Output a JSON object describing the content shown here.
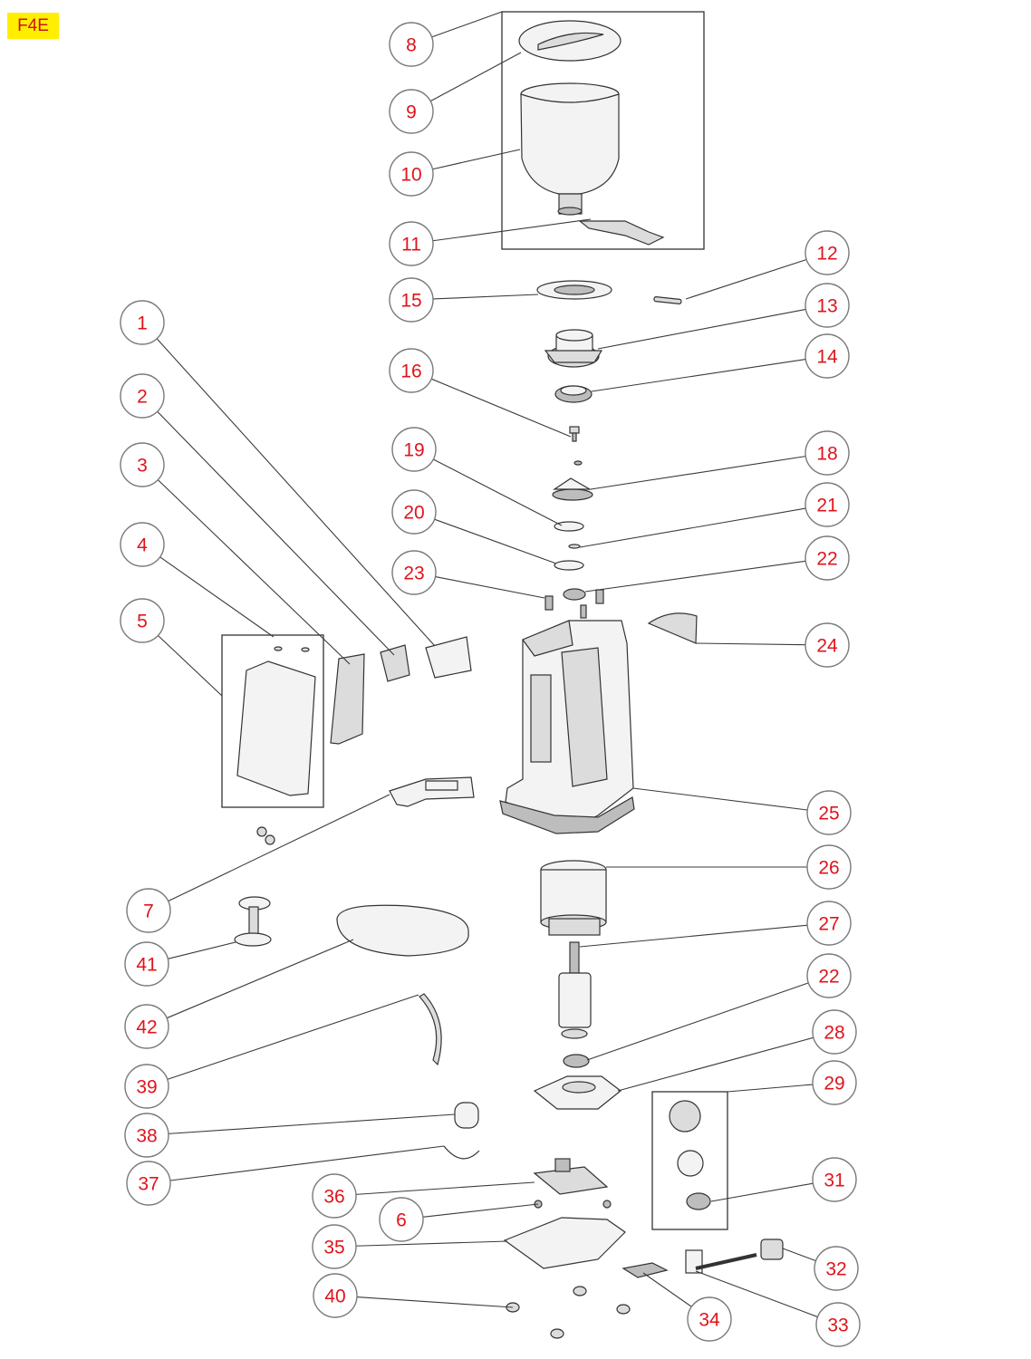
{
  "model_label": "F4E",
  "colors": {
    "label_text": "#e0141b",
    "badge_bg": "#ffee00",
    "circle_stroke": "#7a7a7a"
  },
  "callouts": [
    {
      "id": "8",
      "label": "8"
    },
    {
      "id": "9",
      "label": "9"
    },
    {
      "id": "10",
      "label": "10"
    },
    {
      "id": "11",
      "label": "11"
    },
    {
      "id": "12",
      "label": "12"
    },
    {
      "id": "13",
      "label": "13"
    },
    {
      "id": "14",
      "label": "14"
    },
    {
      "id": "15",
      "label": "15"
    },
    {
      "id": "16",
      "label": "16"
    },
    {
      "id": "1",
      "label": "1"
    },
    {
      "id": "2",
      "label": "2"
    },
    {
      "id": "3",
      "label": "3"
    },
    {
      "id": "4",
      "label": "4"
    },
    {
      "id": "5",
      "label": "5"
    },
    {
      "id": "19",
      "label": "19"
    },
    {
      "id": "18",
      "label": "18"
    },
    {
      "id": "20",
      "label": "20"
    },
    {
      "id": "21",
      "label": "21"
    },
    {
      "id": "23",
      "label": "23"
    },
    {
      "id": "22a",
      "label": "22"
    },
    {
      "id": "24",
      "label": "24"
    },
    {
      "id": "25",
      "label": "25"
    },
    {
      "id": "26",
      "label": "26"
    },
    {
      "id": "7",
      "label": "7"
    },
    {
      "id": "27",
      "label": "27"
    },
    {
      "id": "41",
      "label": "41"
    },
    {
      "id": "22b",
      "label": "22"
    },
    {
      "id": "42",
      "label": "42"
    },
    {
      "id": "28",
      "label": "28"
    },
    {
      "id": "29",
      "label": "29"
    },
    {
      "id": "39",
      "label": "39"
    },
    {
      "id": "38",
      "label": "38"
    },
    {
      "id": "31",
      "label": "31"
    },
    {
      "id": "37",
      "label": "37"
    },
    {
      "id": "36",
      "label": "36"
    },
    {
      "id": "6",
      "label": "6"
    },
    {
      "id": "35",
      "label": "35"
    },
    {
      "id": "32",
      "label": "32"
    },
    {
      "id": "40",
      "label": "40"
    },
    {
      "id": "34",
      "label": "34"
    },
    {
      "id": "33",
      "label": "33"
    }
  ]
}
